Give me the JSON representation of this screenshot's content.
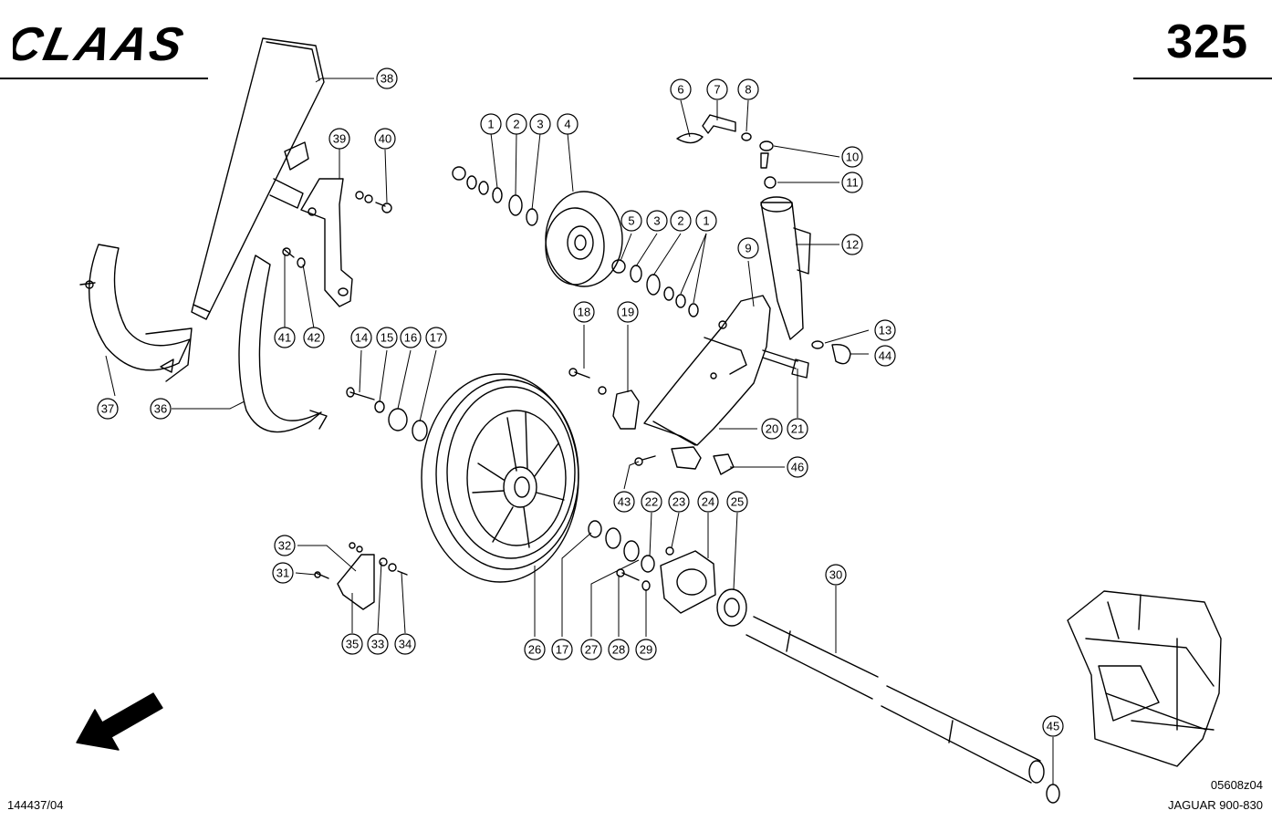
{
  "header": {
    "brand": "CLAAS",
    "page_number": "325"
  },
  "footer": {
    "document_number": "144437/04",
    "drawing_code": "05608z04",
    "model": "JAGUAR 900-830"
  },
  "callouts": [
    "1",
    "2",
    "3",
    "4",
    "5",
    "6",
    "7",
    "8",
    "9",
    "10",
    "11",
    "12",
    "13",
    "14",
    "15",
    "16",
    "17",
    "18",
    "19",
    "20",
    "21",
    "22",
    "23",
    "24",
    "25",
    "26",
    "27",
    "28",
    "29",
    "30",
    "31",
    "32",
    "33",
    "34",
    "35",
    "36",
    "37",
    "38",
    "39",
    "40",
    "41",
    "42",
    "43",
    "44",
    "45",
    "46"
  ]
}
